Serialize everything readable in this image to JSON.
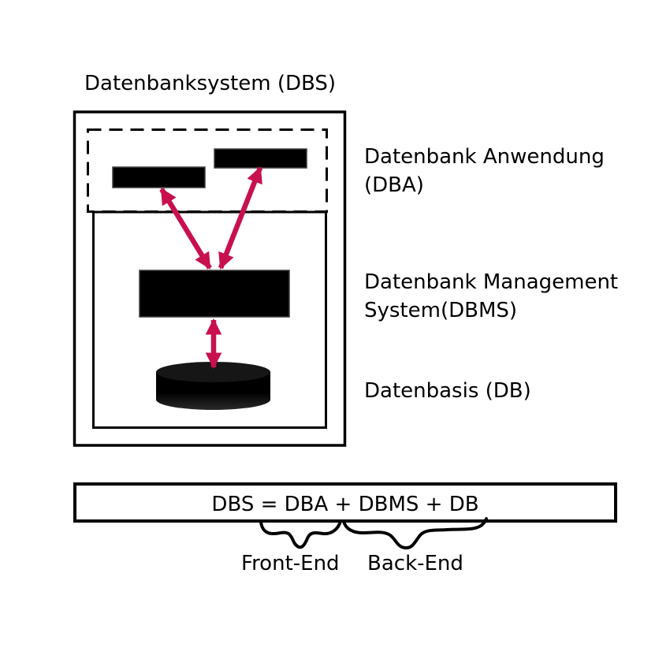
{
  "diagram": {
    "title": "Datenbanksystem (DBS)",
    "labels": {
      "dba_line1": "Datenbank Anwendung",
      "dba_line2": "(DBA)",
      "dbms_line1": "Datenbank Management",
      "dbms_line2": "System(DBMS)",
      "db": "Datenbasis (DB)"
    },
    "equation": "DBS = DBA + DBMS + DB",
    "brace_labels": {
      "front_end": "Front-End",
      "back_end": "Back-End"
    },
    "colors": {
      "arrow": "#C8104F",
      "shape_fill": "#000000",
      "outline": "#000000",
      "background": "#FFFFFF"
    }
  }
}
